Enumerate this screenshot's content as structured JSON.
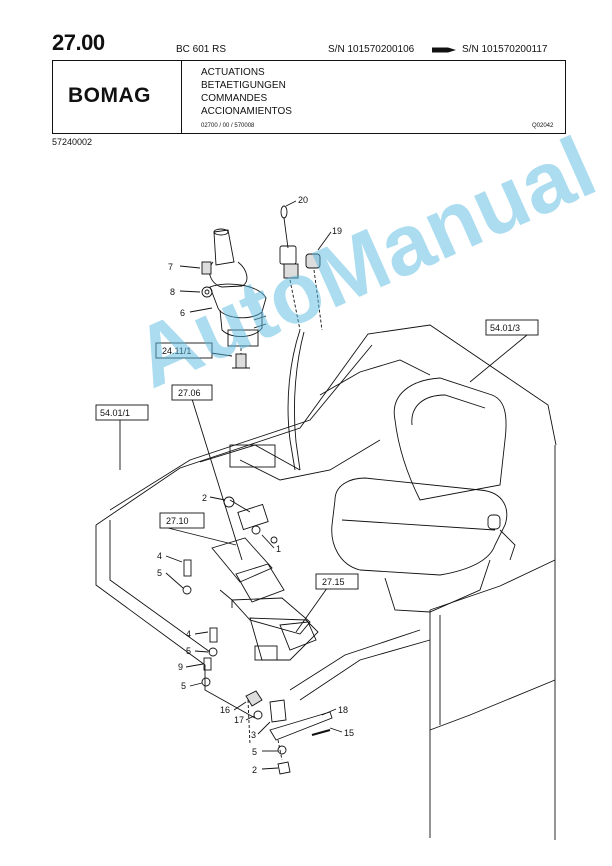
{
  "header": {
    "page_number": "27.00",
    "model": "BC 601 RS",
    "serial_from": "S/N 101570200106",
    "serial_to": "S/N 101570200117",
    "brand": "BOMAG",
    "titles": [
      "ACTUATIONS",
      "BETAETIGUNGEN",
      "COMMANDES",
      "ACCIONAMIENTOS"
    ],
    "reference_code": "02700 / 00 / 570008",
    "drawing_code": "Q02042"
  },
  "document_code": "57240002",
  "watermark": "AutoManual",
  "part_callouts": [
    "20",
    "19",
    "7",
    "8",
    "6",
    "2",
    "1",
    "4",
    "5",
    "4",
    "5",
    "9",
    "5",
    "16",
    "17",
    "3",
    "18",
    "15",
    "5",
    "2"
  ],
  "reference_boxes": [
    "54.01/3",
    "24.11/1",
    "27.06",
    "54.01/1",
    "27.10",
    "27.15"
  ]
}
